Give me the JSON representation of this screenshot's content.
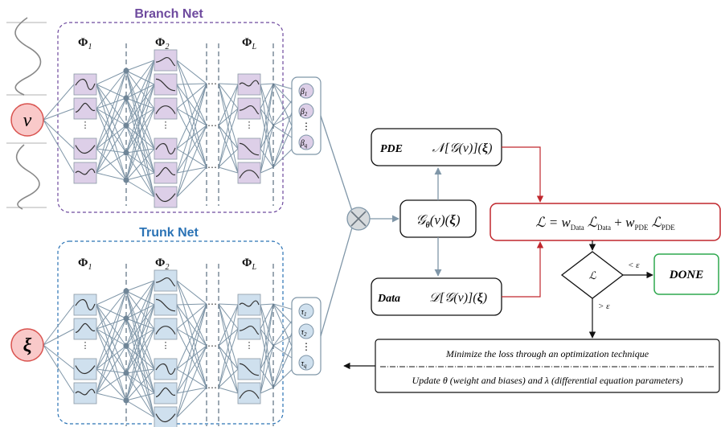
{
  "branch": {
    "title": "Branch Net",
    "layer_labels": [
      "Φ",
      "Φ",
      "Φ"
    ],
    "layer_subs": [
      "1",
      "2",
      "L"
    ],
    "outputs": [
      "β",
      "β",
      "β"
    ],
    "output_subs": [
      "1",
      "2",
      "q"
    ],
    "input_symbol": "v"
  },
  "trunk": {
    "title": "Trunk Net",
    "layer_labels": [
      "Φ",
      "Φ",
      "Φ"
    ],
    "layer_subs": [
      "1",
      "2",
      "L"
    ],
    "outputs": [
      "τ",
      "τ",
      "τ"
    ],
    "output_subs": [
      "1",
      "2",
      "q"
    ],
    "input_symbol": "ξ"
  },
  "ellipsis": "⋯",
  "vdots": "⋮",
  "operator": {
    "prefix": "𝒢",
    "sub": "θ",
    "arg": "(v)(",
    "bold_arg": "ξ",
    "close": ")"
  },
  "pde_box": {
    "label": "PDE",
    "expr": "𝒩[𝒢(v)](",
    "bold_arg": "ξ",
    "close": ")"
  },
  "data_box": {
    "label": "Data",
    "expr": "𝒟[𝒢(v)](",
    "bold_arg": "ξ",
    "close": ")"
  },
  "loss_box": {
    "lhs": "ℒ = ",
    "w": "w",
    "sub_data": "Data",
    "l": "ℒ",
    "plus": " + ",
    "sub_pde": "PDE"
  },
  "decision": {
    "symbol": "ℒ",
    "lt": "< ε",
    "gt": "> ε"
  },
  "done": {
    "label": "DONE"
  },
  "optim": {
    "line1": "Minimize the loss through an optimization technique",
    "line2": "Update θ (weight and biases) and λ (differential equation parameters)"
  },
  "colors": {
    "branch": "#6e4a9e",
    "branch_fill": "#ddcfe8",
    "trunk": "#2b73b5",
    "trunk_fill": "#cfe0ee",
    "input_fill": "#f9c9c9",
    "input_stroke": "#d9534f",
    "loss_stroke": "#c0272d",
    "done_stroke": "#2fa84f",
    "link": "#7f96a8"
  }
}
